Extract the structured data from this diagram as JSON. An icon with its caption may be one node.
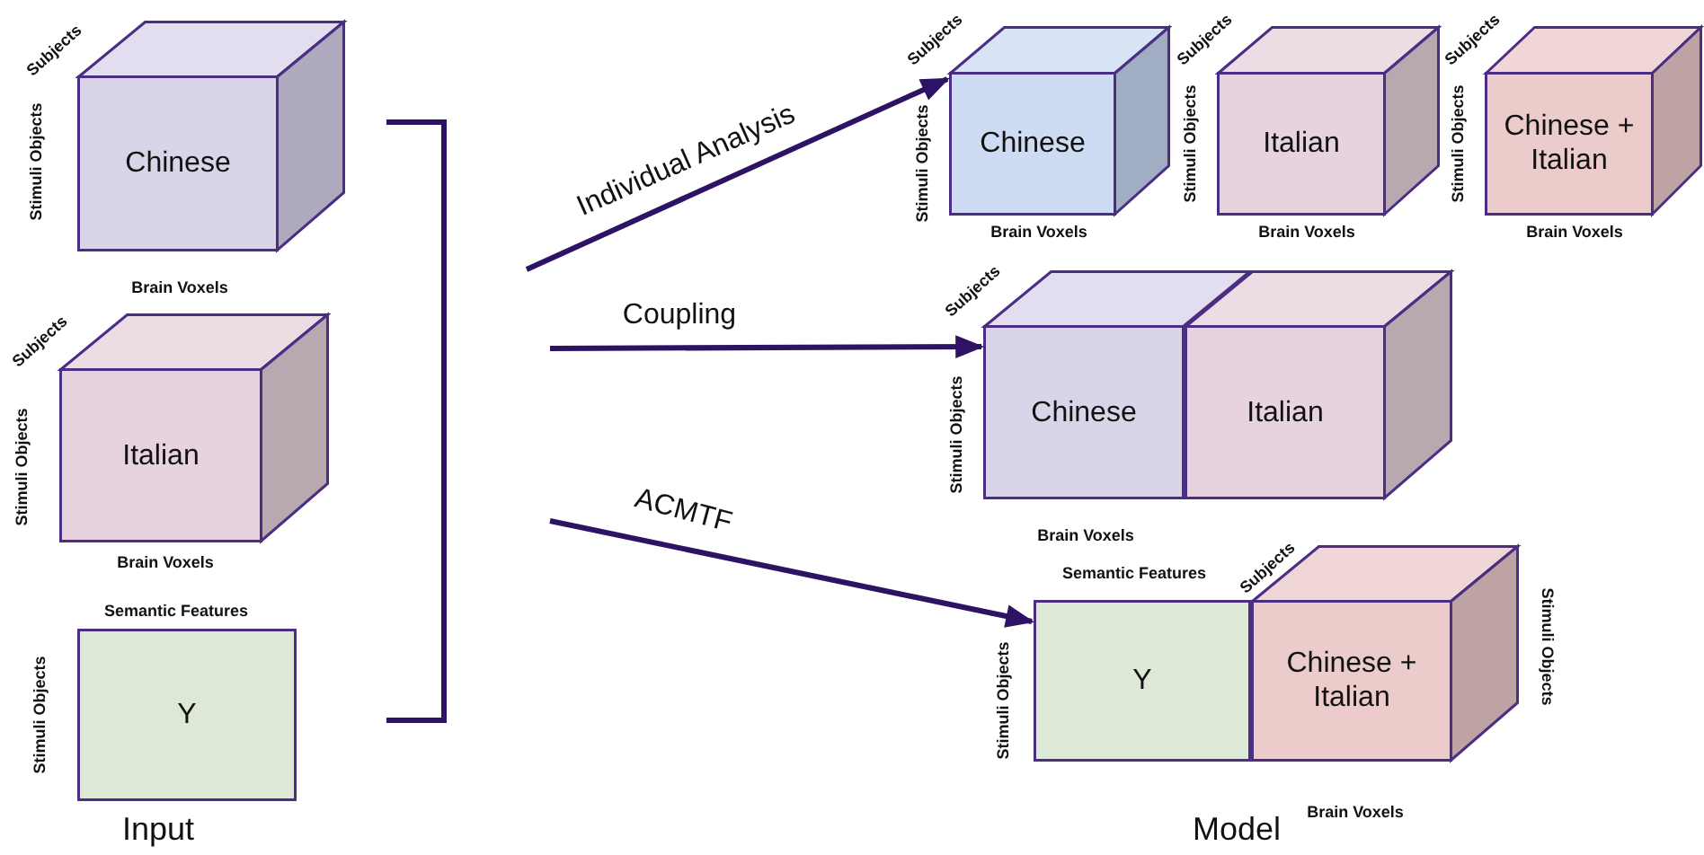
{
  "diagram": {
    "nodes": [
      {
        "text": [
          "Chinese"
        ],
        "beside": [
          "Subjects",
          "Stimuli Objects",
          "Brain Voxels"
        ]
      },
      {
        "text": [
          "Italian"
        ],
        "beside": [
          "Subjects",
          "Stimuli Objects",
          "Brain Voxels"
        ]
      },
      {
        "text": [
          "Y"
        ],
        "beside": [
          "Semantic Features",
          "Stimuli Objects"
        ]
      },
      {
        "text": [
          "Chinese"
        ],
        "beside": [
          "Subjects",
          "Stimuli Objects",
          "Brain Voxels"
        ]
      },
      {
        "text": [
          "Italian"
        ],
        "beside": [
          "Subjects",
          "Stimuli Objects",
          "Brain Voxels"
        ]
      },
      {
        "text": [
          "Chinese + Italian"
        ],
        "beside": [
          "Subjects",
          "Stimuli Objects",
          "Brain Voxels"
        ]
      },
      {
        "text": [
          "Chinese"
        ],
        "beside": [
          "Subjects",
          "Stimuli Objects",
          "Brain Voxels"
        ]
      },
      {
        "text": [
          "Italian"
        ]
      },
      {
        "text": [
          "Y"
        ],
        "beside": [
          "Semantic Features",
          "Stimuli Objects"
        ]
      },
      {
        "text": [
          "Chinese + Italian"
        ],
        "beside": [
          "Subjects",
          "Stimuli Objects",
          "Brain Voxels"
        ]
      }
    ],
    "edges": [
      {
        "from": null,
        "to": 3,
        "arrow": "to",
        "label": "Individual Analysis"
      },
      {
        "from": null,
        "to": 6,
        "arrow": "to",
        "label": "Coupling"
      },
      {
        "from": null,
        "to": 8,
        "arrow": "to",
        "label": "ACMTF"
      }
    ],
    "labels": [
      "Input",
      "Model"
    ]
  }
}
